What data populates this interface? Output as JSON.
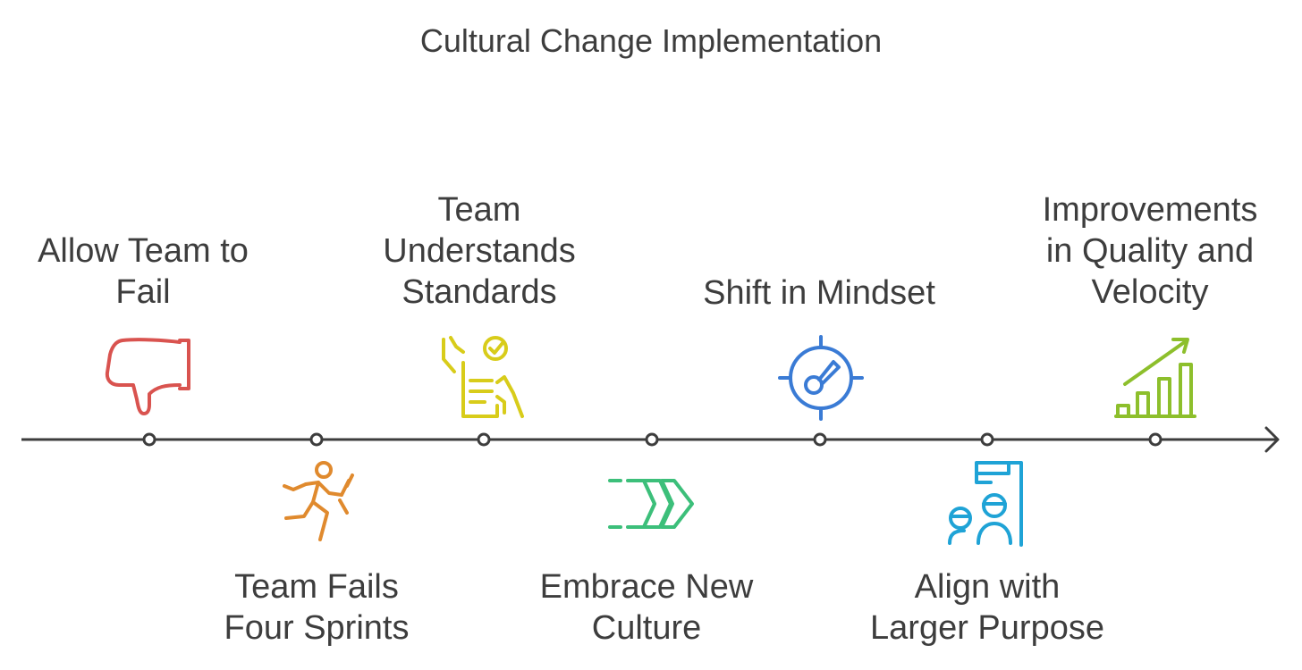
{
  "title": "Cultural Change Implementation",
  "steps": [
    {
      "lines": [
        "Allow Team to",
        "Fail"
      ],
      "icon": "thumbs-down-icon",
      "color": "#d9534f",
      "position": "above"
    },
    {
      "lines": [
        "Team Fails",
        "Four Sprints"
      ],
      "icon": "running-person-icon",
      "color": "#e08a2e",
      "position": "below"
    },
    {
      "lines": [
        "Team",
        "Understands",
        "Standards"
      ],
      "icon": "checklist-icon",
      "color": "#d8cc1a",
      "position": "above"
    },
    {
      "lines": [
        "Embrace New",
        "Culture"
      ],
      "icon": "forward-chevrons-icon",
      "color": "#3cbf7a",
      "position": "below"
    },
    {
      "lines": [
        "Shift in Mindset"
      ],
      "icon": "target-icon",
      "color": "#3a7bd5",
      "position": "above"
    },
    {
      "lines": [
        "Align with",
        "Larger Purpose"
      ],
      "icon": "team-flag-icon",
      "color": "#1fa3d6",
      "position": "below"
    },
    {
      "lines": [
        "Improvements",
        "in Quality and",
        "Velocity"
      ],
      "icon": "growth-chart-icon",
      "color": "#8dbf2c",
      "position": "above"
    }
  ]
}
